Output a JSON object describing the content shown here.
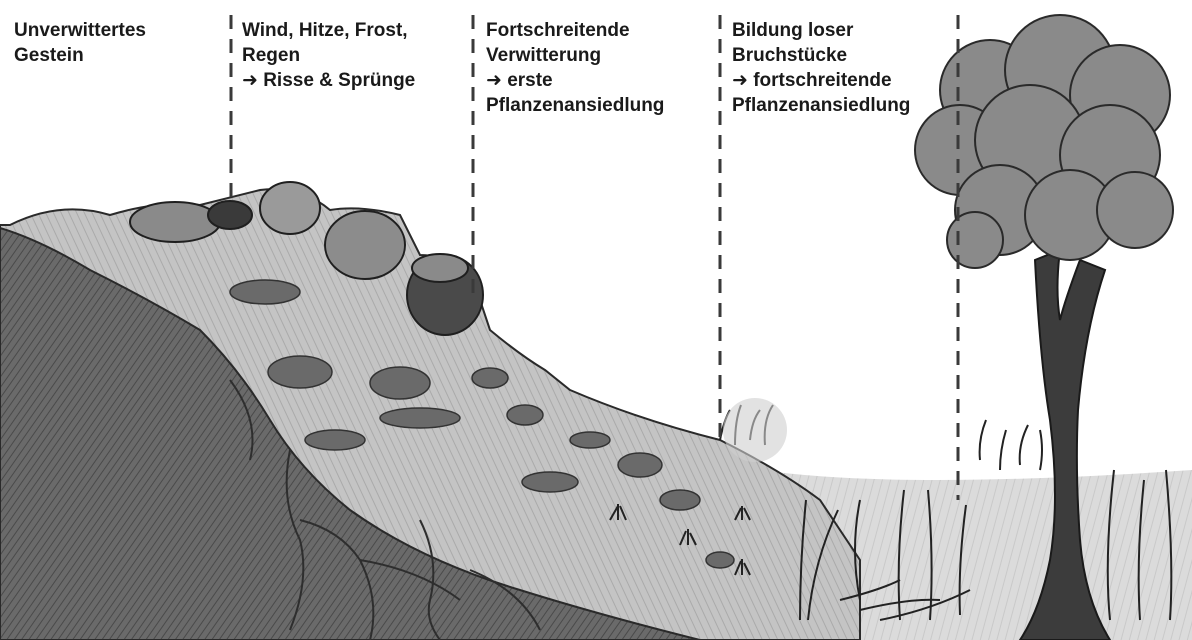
{
  "stages": [
    {
      "lines": [
        "Unverwittertes",
        "Gestein"
      ]
    },
    {
      "lines": [
        "Wind, Hitze, Frost,",
        "Regen",
        "➜ Risse & Sprünge"
      ]
    },
    {
      "lines": [
        "Fortschreitende",
        "Verwitterung",
        "➜ erste",
        "Pflanzenansiedlung"
      ]
    },
    {
      "lines": [
        "Bildung loser",
        "Bruchstücke",
        "➜ fortschreitende",
        "Pflanzenansiedlung"
      ]
    }
  ],
  "colors": {
    "text": "#1a1a1a",
    "rock_dark": "#5a5a5a",
    "rock_mid": "#8f8f8f",
    "rubble": "#b5b5b5",
    "soil": "#c9c9c9",
    "tree_crown": "#8a8a8a",
    "trunk": "#3c3c3c",
    "divider": "#3a3a3a"
  }
}
